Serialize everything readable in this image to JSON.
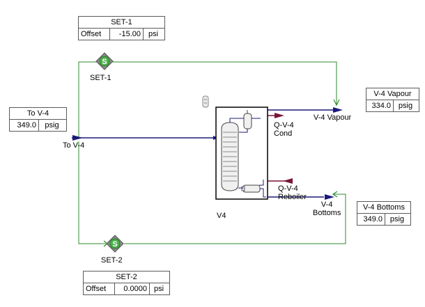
{
  "tables": {
    "set1": {
      "title": "SET-1",
      "name": "Offset",
      "value": "-15.00",
      "unit": "psi"
    },
    "to_v4": {
      "title": "To V-4",
      "value": "349.0",
      "unit": "psig"
    },
    "v4_vapour": {
      "title": "V-4 Vapour",
      "value": "334.0",
      "unit": "psig"
    },
    "v4_bottoms": {
      "title": "V-4 Bottoms",
      "value": "349.0",
      "unit": "psig"
    },
    "set2": {
      "title": "SET-2",
      "name": "Offset",
      "value": "0.0000",
      "unit": "psi"
    }
  },
  "labels": {
    "set1": "SET-1",
    "set2": "SET-2",
    "set_badge": "S",
    "to_v4": "To V-4",
    "v4_vapour": "V-4 Vapour",
    "q_cond_1": "Q-V-4",
    "q_cond_2": "Cond",
    "q_reb_1": "Q-V-4",
    "q_reb_2": "Reboiler",
    "bottoms_1": "V-4",
    "bottoms_2": "Bottoms",
    "column": "V4"
  },
  "colors": {
    "material_stream": "#1a1a7a",
    "energy_stream": "#7a1438",
    "signal_line": "#2e8b2e",
    "set_operation": "#8c8c8c"
  },
  "icons": {
    "set_operation": "set-diamond-icon",
    "column": "distillation-column-icon",
    "condenser": "condenser-icon",
    "reboiler": "reboiler-icon",
    "mini": "tag-icon"
  }
}
